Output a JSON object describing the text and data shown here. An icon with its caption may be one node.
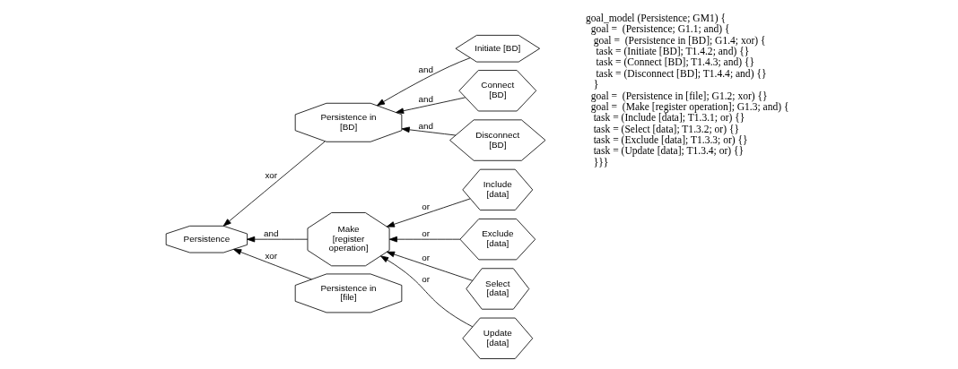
{
  "diagram": {
    "nodes": [
      {
        "text": [
          "Persistence"
        ]
      },
      {
        "text": [
          "Persistence in [BD]"
        ]
      },
      {
        "text": [
          "Initiate [BD]"
        ]
      },
      {
        "text": [
          "Connect [BD]"
        ]
      },
      {
        "text": [
          "Disconnect [BD]"
        ]
      },
      {
        "text": [
          "Make [register operation]"
        ]
      },
      {
        "text": [
          "Include [data]"
        ]
      },
      {
        "text": [
          "Persistence in [file]"
        ]
      },
      {
        "text": [
          "Exclude [data]"
        ]
      },
      {
        "text": [
          "Select [data]"
        ]
      },
      {
        "text": [
          "Update [data]"
        ]
      }
    ],
    "edges": [
      {
        "from": 2,
        "to": 1,
        "arrow": "to",
        "label": "and"
      },
      {
        "from": 3,
        "to": 1,
        "arrow": "to",
        "label": "and"
      },
      {
        "from": 4,
        "to": 1,
        "arrow": "to",
        "label": "and"
      },
      {
        "from": 1,
        "to": 0,
        "arrow": "to",
        "label": "xor"
      },
      {
        "from": 5,
        "to": 0,
        "arrow": "to",
        "label": "and"
      },
      {
        "from": 6,
        "to": 5,
        "arrow": "to",
        "label": "or"
      },
      {
        "from": 7,
        "to": 0,
        "arrow": "to",
        "label": "xor"
      },
      {
        "from": 8,
        "to": 5,
        "arrow": "to",
        "label": "or"
      },
      {
        "from": 10,
        "to": 5,
        "arrow": "to",
        "label": "or"
      },
      {
        "from": 9,
        "to": 5,
        "arrow": "to",
        "label": "or"
      }
    ],
    "labels": [
      "goal_model (Persistence; GM1) {",
      "  goal =  (Persistence; G1.1; and) {",
      "   goal =  (Persistence in [BD]; G1.4; xor) {",
      "    task = (Initiate [BD]; T1.4.2; and) {}",
      "    task = (Connect [BD]; T1.4.3; and) {}",
      "    task = (Disconnect [BD]; T1.4.4; and) {}",
      "   }",
      "  goal =  (Persistence in [file]; G1.2; xor) {}",
      "  goal =  (Make [register operation]; G1.3; and) {",
      "   task = (Include [data]; T1.3.1; or) {}",
      "   task = (Select [data]; T1.3.2; or) {}",
      "   task = (Exclude [data]; T1.3.3; or) {}",
      "   task = (Update [data]; T1.3.4; or) {}",
      "   }}}"
    ]
  }
}
